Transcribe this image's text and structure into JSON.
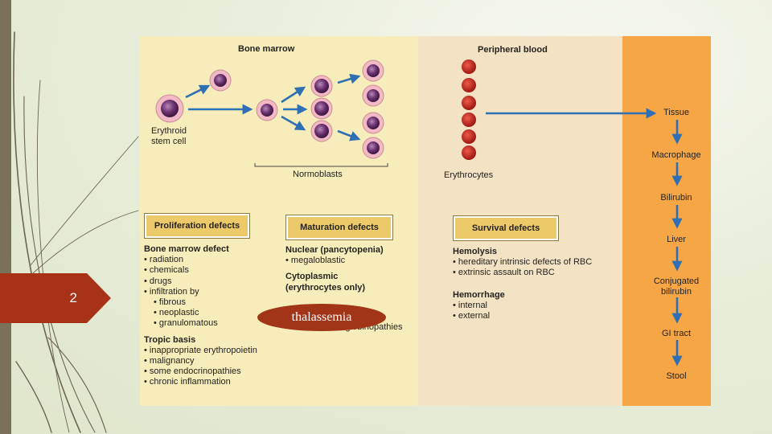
{
  "slide": {
    "number": "2"
  },
  "figure": {
    "bone_marrow_title": "Bone marrow",
    "peripheral_blood_title": "Peripheral blood",
    "stem_cell_label": [
      "Erythroid",
      "stem cell"
    ],
    "normoblasts_label": "Normoblasts",
    "erythrocytes_label": "Erythrocytes",
    "clearance_path": [
      "Tissue",
      "Macrophage",
      "Bilirubin",
      "Liver",
      "Conjugated",
      "bilirubin",
      "GI tract",
      "Stool"
    ],
    "defect_boxes": {
      "proliferation": "Proliferation defects",
      "maturation": "Maturation defects",
      "survival": "Survival defects"
    },
    "proliferation_list": {
      "group1_title": "Bone marrow defect",
      "group1_items": [
        "radiation",
        "chemicals",
        "drugs",
        "infiltration by"
      ],
      "group1_subitems": [
        "fibrous",
        "neoplastic",
        "granulomatous"
      ],
      "group2_title": "Tropic basis",
      "group2_items": [
        "inappropriate erythropoietin",
        "malignancy",
        "some endocrinopathies",
        "chronic inflammation"
      ]
    },
    "maturation_list": {
      "group1_title": "Nuclear (pancytopenia)",
      "group1_items": [
        "megaloblastic"
      ],
      "group2_title": [
        "Cytoplasmic",
        "(erythrocytes only)"
      ],
      "obscured_fragment": "hemoglobinopathies"
    },
    "survival_list": {
      "group1_title": "Hemolysis",
      "group1_items": [
        "hereditary intrinsic defects of RBC",
        "extrinsic assault on RBC"
      ],
      "group2_title": "Hemorrhage",
      "group2_items": [
        "internal",
        "external"
      ]
    }
  },
  "overlay": {
    "label": "thalassemia"
  },
  "colors": {
    "left_bar": "#7a7158",
    "slide_tab": "#a83218",
    "panel_marrow": "#f6edba",
    "panel_blood": "#f3e2c3",
    "panel_clearance": "#f7a646",
    "box_fill": "#ecca6a",
    "arrow_blue": "#2f6fb3",
    "rbc_red": "#c0241c",
    "cell_purple": "#6b2f6e"
  }
}
